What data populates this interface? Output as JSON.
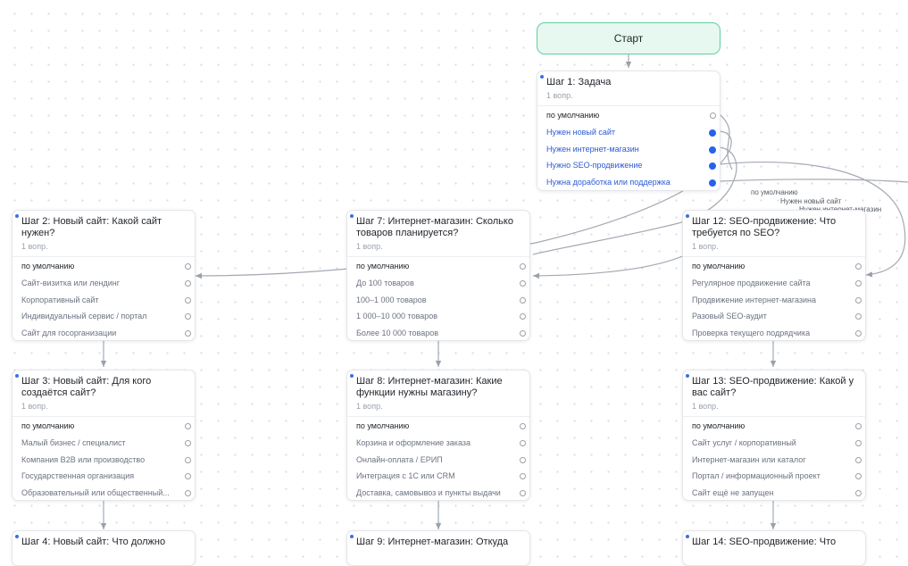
{
  "start": {
    "label": "Старт"
  },
  "edge_labels": [
    "по умолчанию",
    "Нужен новый сайт",
    "Нужен интернет-магазин"
  ],
  "nodes": {
    "step1": {
      "title": "Шаг 1: Задача",
      "subtitle": "1 вопр.",
      "options": [
        "по умолчанию",
        "Нужен новый сайт",
        "Нужен интернет-магазин",
        "Нужно SEO-продвижение",
        "Нужна доработка или поддержка"
      ]
    },
    "step2": {
      "title": "Шаг 2: Новый сайт: Какой сайт нужен?",
      "subtitle": "1 вопр.",
      "options": [
        "по умолчанию",
        "Сайт-визитка или лендинг",
        "Корпоративный сайт",
        "Индивидуальный сервис / портал",
        "Сайт для госорганизации"
      ]
    },
    "step3": {
      "title": "Шаг 3: Новый сайт: Для кого создаётся сайт?",
      "subtitle": "1 вопр.",
      "options": [
        "по умолчанию",
        "Малый бизнес / специалист",
        "Компания B2B или производство",
        "Государственная организация",
        "Образовательный или общественный..."
      ]
    },
    "step4": {
      "title": "Шаг 4: Новый сайт: Что должно"
    },
    "step7": {
      "title": "Шаг 7: Интернет-магазин: Сколько товаров планируется?",
      "subtitle": "1 вопр.",
      "options": [
        "по умолчанию",
        "До 100 товаров",
        "100–1 000 товаров",
        "1 000–10 000 товаров",
        "Более 10 000 товаров"
      ]
    },
    "step8": {
      "title": "Шаг 8: Интернет-магазин: Какие функции нужны магазину?",
      "subtitle": "1 вопр.",
      "options": [
        "по умолчанию",
        "Корзина и оформление заказа",
        "Онлайн-оплата / ЕРИП",
        "Интеграция с 1С или CRM",
        "Доставка, самовывоз и пункты выдачи"
      ]
    },
    "step9": {
      "title": "Шаг 9: Интернет-магазин: Откуда"
    },
    "step12": {
      "title": "Шаг 12: SEO-продвижение: Что требуется по SEO?",
      "subtitle": "1 вопр.",
      "options": [
        "по умолчанию",
        "Регулярное продвижение сайта",
        "Продвижение интернет-магазина",
        "Разовый SEO-аудит",
        "Проверка текущего подрядчика"
      ]
    },
    "step13": {
      "title": "Шаг 13: SEO-продвижение: Какой у вас сайт?",
      "subtitle": "1 вопр.",
      "options": [
        "по умолчанию",
        "Сайт услуг / корпоративный",
        "Интернет-магазин или каталог",
        "Портал / информационный проект",
        "Сайт ещё не запущен"
      ]
    },
    "step14": {
      "title": "Шаг 14: SEO-продвижение: Что"
    }
  },
  "colors": {
    "accent": "#2563eb",
    "start_border": "#5fcf9f",
    "start_fill": "#e6f8ef",
    "edge": "#9aa1ab"
  }
}
